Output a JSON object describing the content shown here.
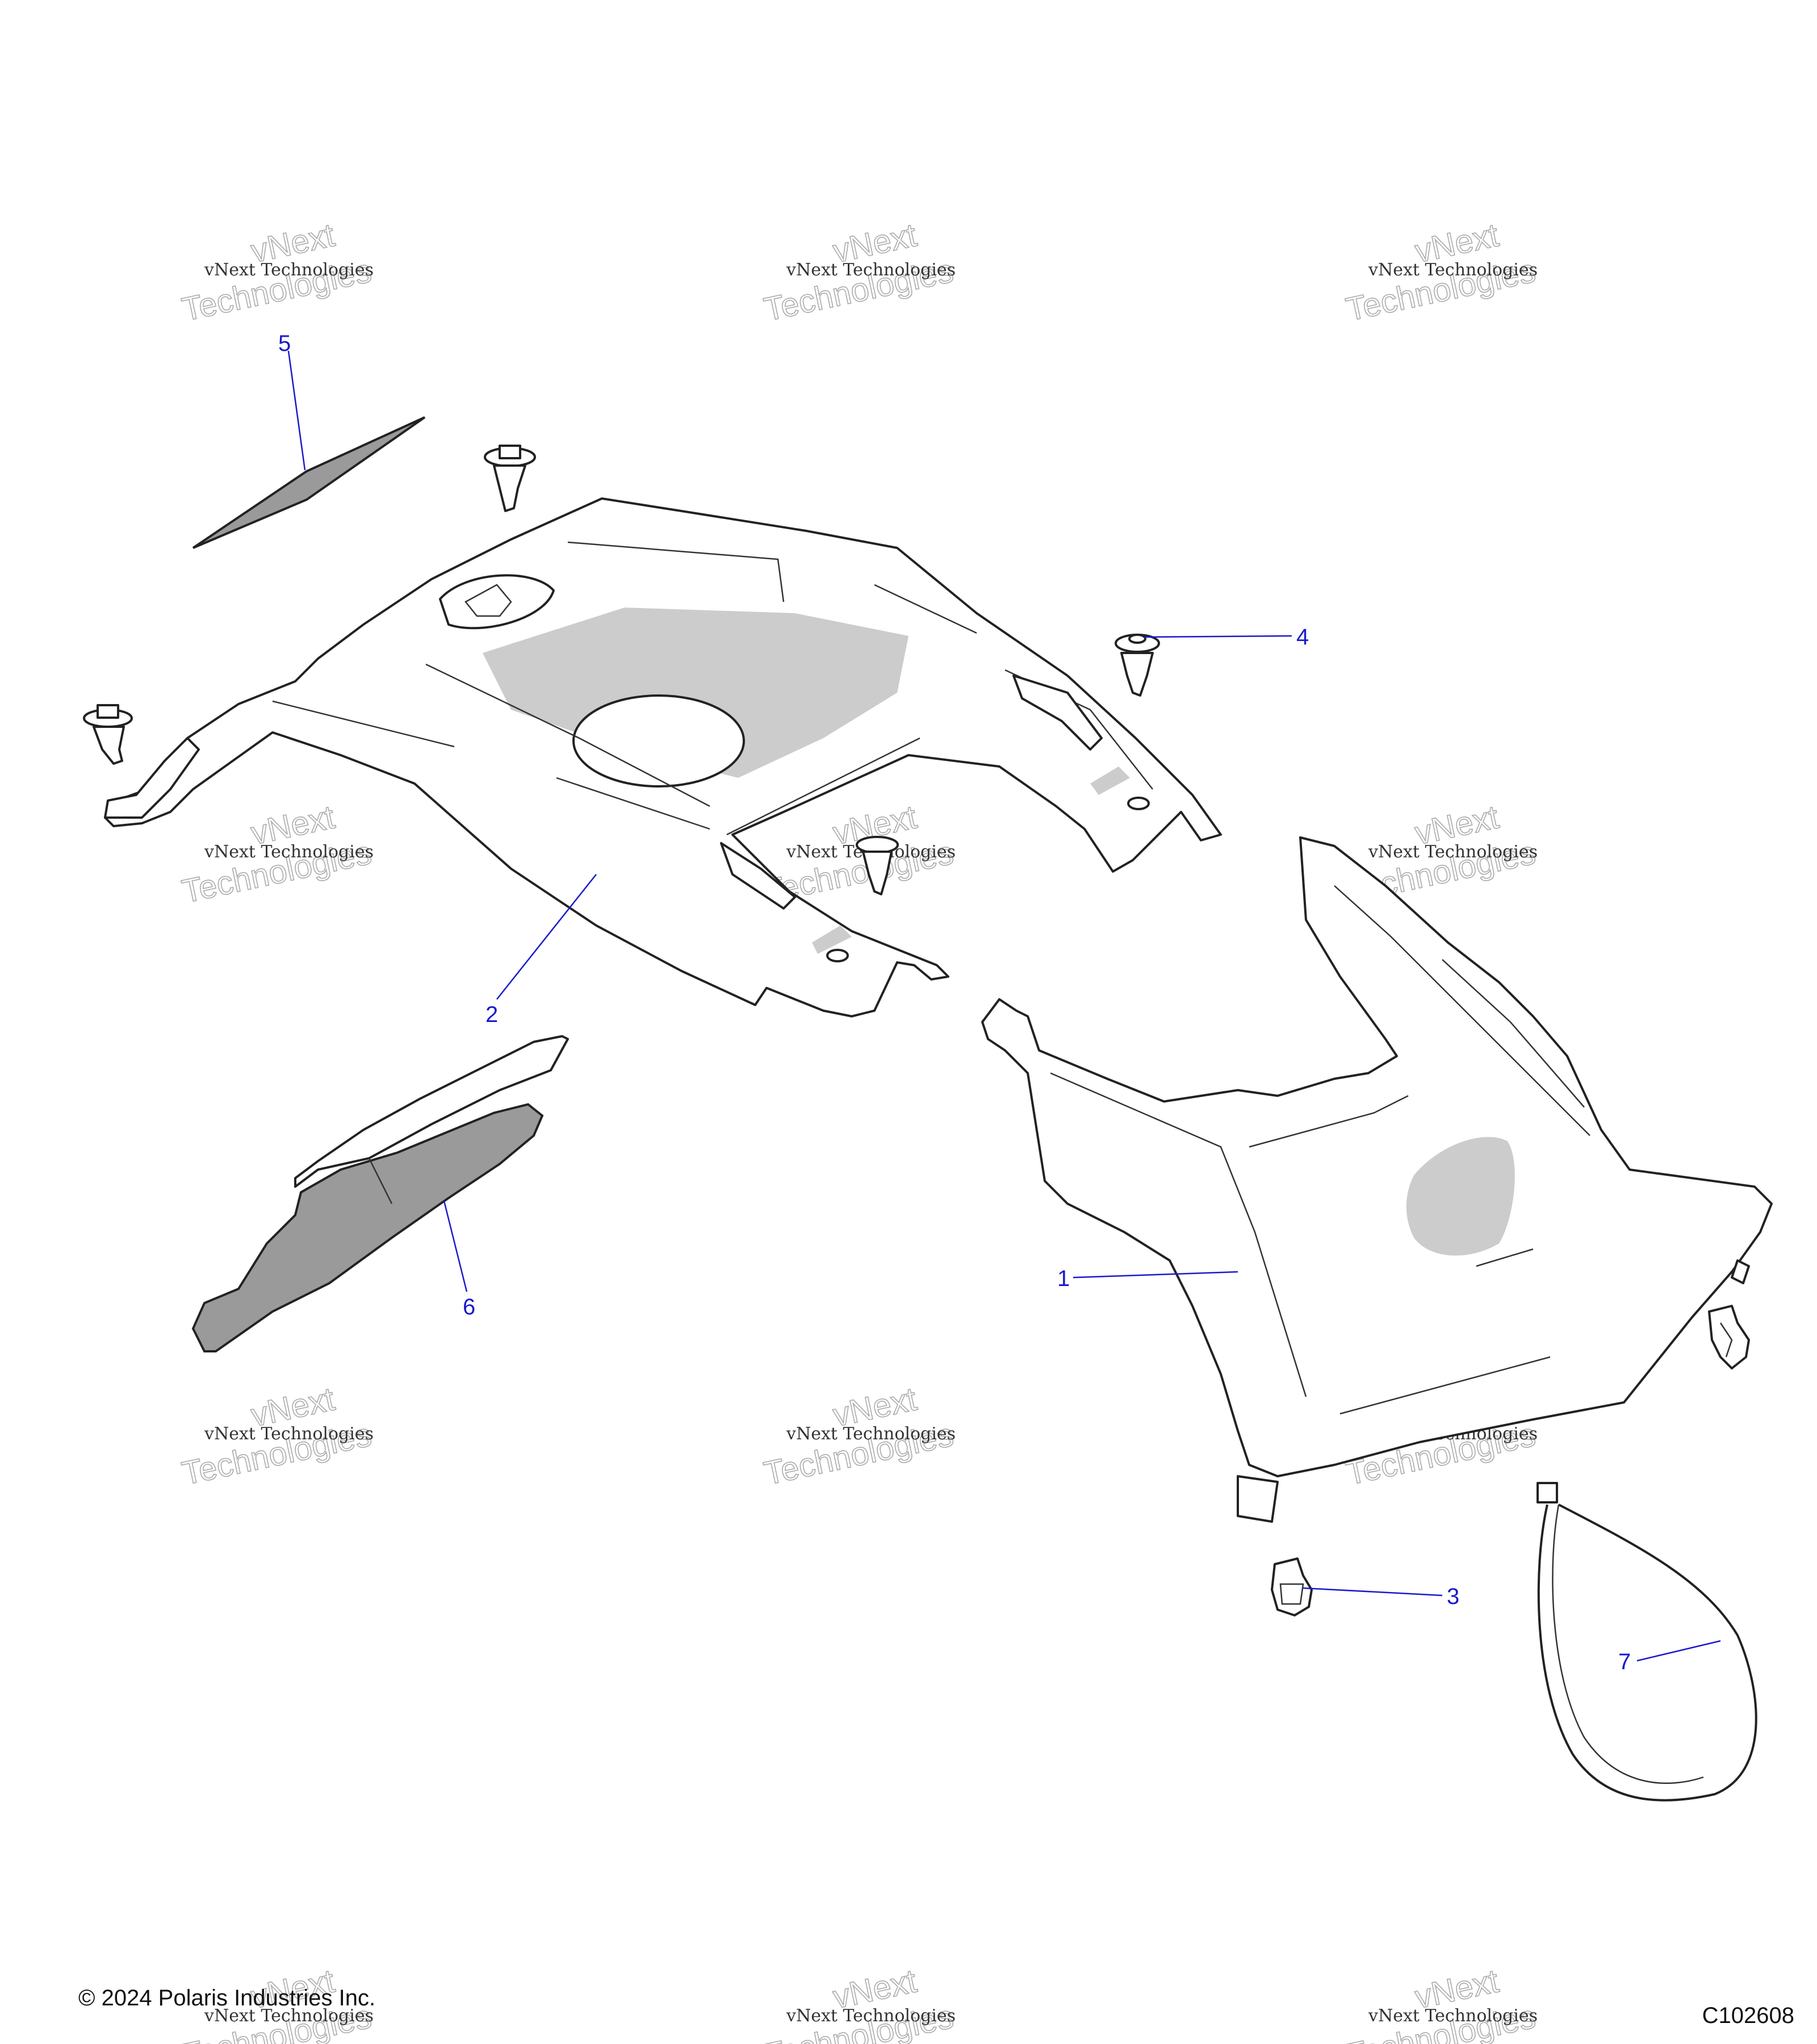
{
  "callouts": [
    {
      "number": "1"
    },
    {
      "number": "2"
    },
    {
      "number": "3"
    },
    {
      "number": "4"
    },
    {
      "number": "5"
    },
    {
      "number": "6"
    },
    {
      "number": "7"
    }
  ],
  "watermark": {
    "line_small": "vNext Technologies",
    "line_big_1": "vNext",
    "line_big_2": "Technologies"
  },
  "footer": {
    "copyright": "© 2024 Polaris Industries Inc.",
    "diagram_code": "C102608"
  },
  "colors": {
    "callout": "#1a1acc",
    "shade": "#cccccc"
  }
}
